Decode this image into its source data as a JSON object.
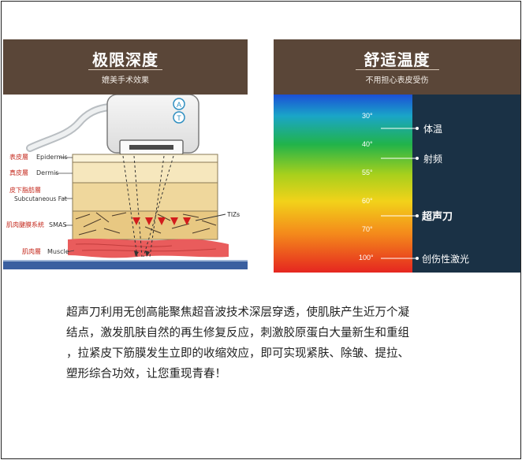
{
  "left_panel": {
    "title": "极限深度",
    "subtitle": "媲美手术效果",
    "probe_buttons": [
      "A",
      "T"
    ],
    "layers": [
      {
        "cn": "表皮層",
        "en": "Epidermis"
      },
      {
        "cn": "真皮層",
        "en": "Dermis"
      },
      {
        "cn": "皮下脂肪層",
        "en": "Subcutaneous Fat"
      },
      {
        "cn": "肌肉腱膜系統",
        "en": "SMAS"
      },
      {
        "cn": "肌肉層",
        "en": "Muscle"
      }
    ],
    "tiz_label": "TIZs"
  },
  "right_panel": {
    "title": "舒适温度",
    "subtitle": "不用担心表皮受伤",
    "temperatures": [
      "30°",
      "40°",
      "55°",
      "60°",
      "70°",
      "100°"
    ],
    "markers": [
      {
        "label": "体温",
        "bold": false
      },
      {
        "label": "射频",
        "bold": false
      },
      {
        "label": "超声刀",
        "bold": true
      },
      {
        "label": "创伤性激光",
        "bold": false
      }
    ]
  },
  "description": [
    "超声刀利用无创高能聚焦超音波技术深层穿透，使肌肤产生近万个凝",
    "结点，激发肌肤自然的再生修复反应，刺激胶原蛋白大量新生和重组",
    "，拉紧皮下筋膜发生立即的收缩效应，即可实现紧肤、除皱、提拉、",
    "塑形综合功效，让您重现青春！"
  ],
  "colors": {
    "header_bg": "#5a4638",
    "dark_panel": "#1a3145",
    "dermis": "#f6e7bd",
    "fat": "#efd79c",
    "smas": "#e8c882",
    "muscle": "#e95c5c",
    "label_red": "#c52b1f",
    "tiz_red": "#d21c1c"
  }
}
